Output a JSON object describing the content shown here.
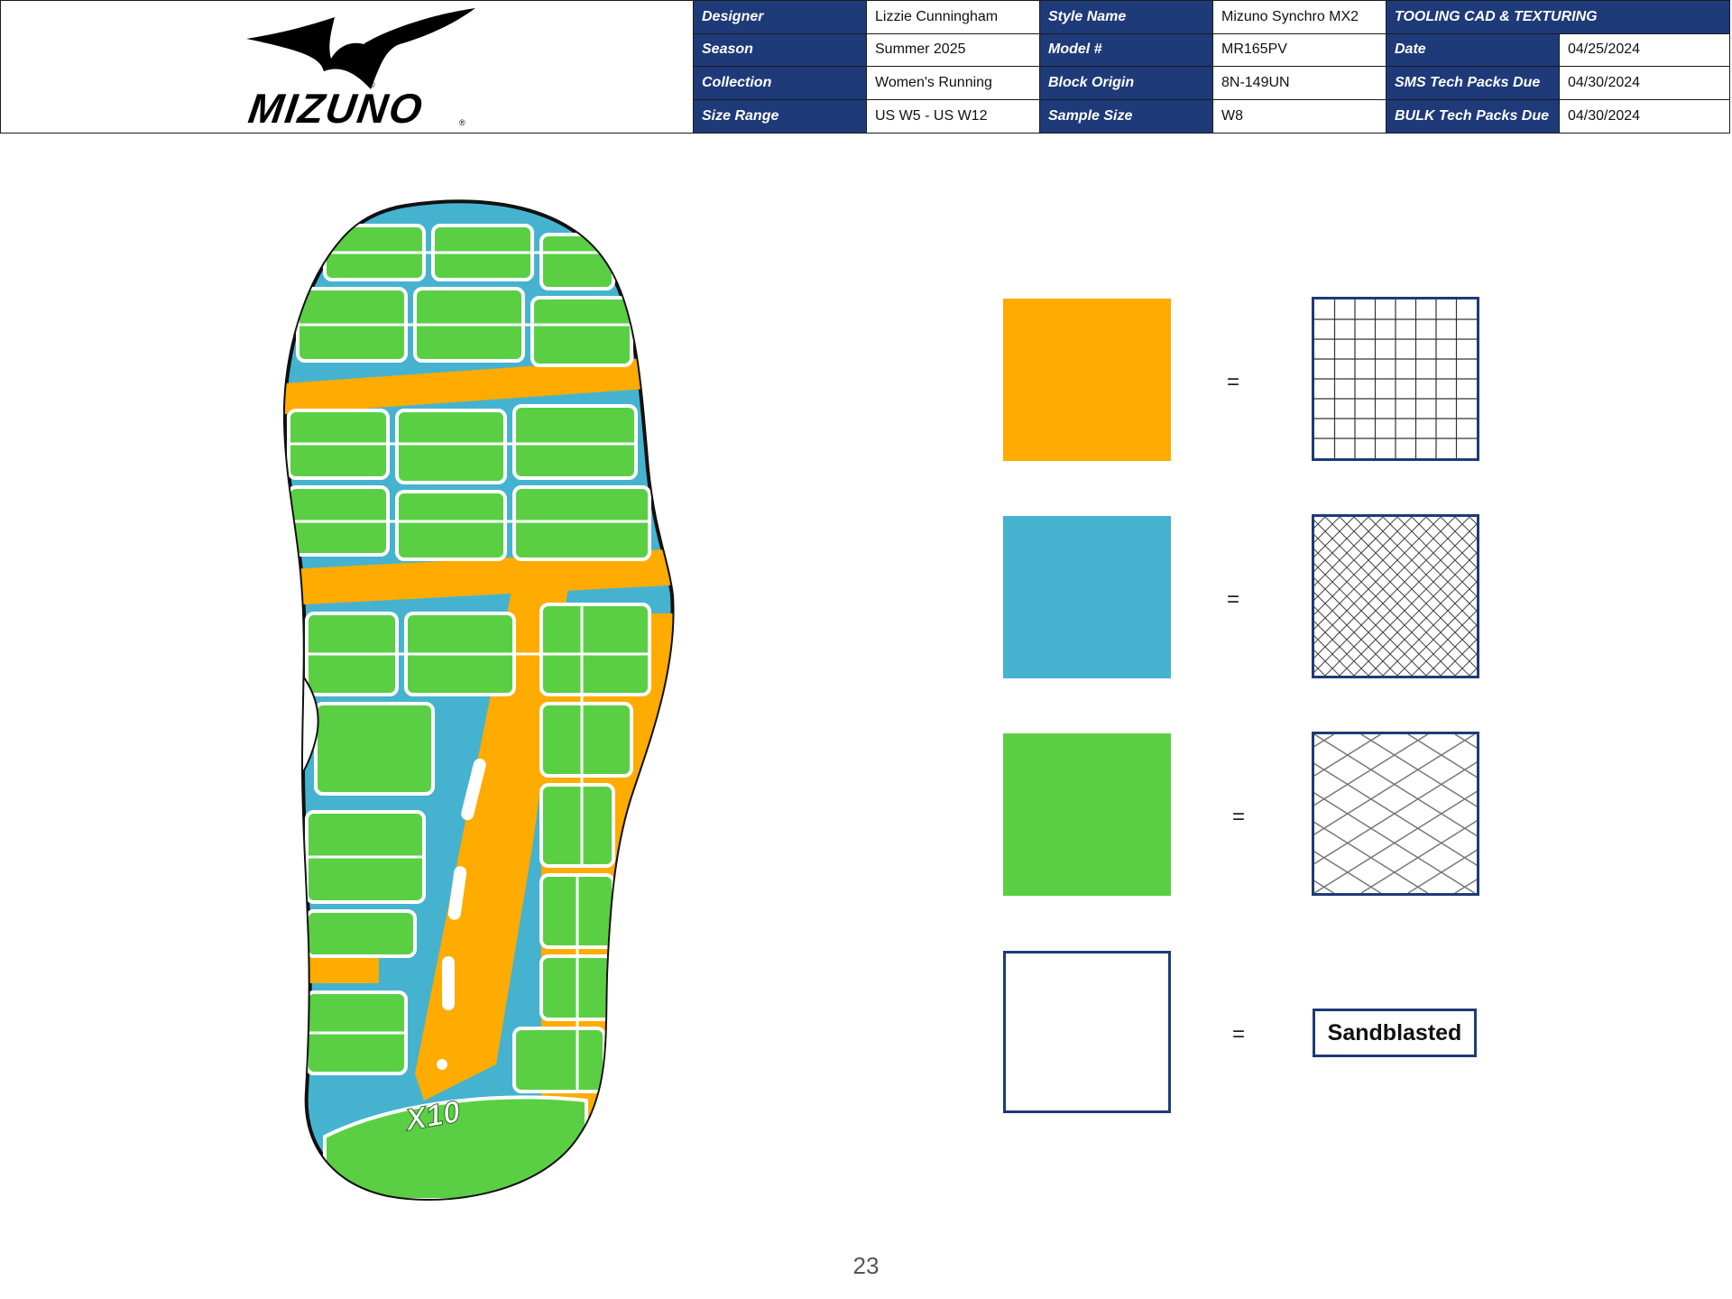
{
  "brand": {
    "name": "MIZUNO"
  },
  "spec": {
    "designer_label": "Designer",
    "designer_value": "Lizzie Cunningham",
    "style_name_label": "Style Name",
    "style_name_value": "Mizuno Synchro MX2",
    "section_title": "TOOLING CAD & TEXTURING",
    "season_label": "Season",
    "season_value": "Summer 2025",
    "model_label": "Model #",
    "model_value": "MR165PV",
    "date_label": "Date",
    "date_value": "04/25/2024",
    "collection_label": "Collection",
    "collection_value": "Women's Running",
    "block_origin_label": "Block Origin",
    "block_origin_value": "8N-149UN",
    "sms_label": "SMS Tech Packs Due",
    "sms_value": "04/30/2024",
    "size_range_label": "Size Range",
    "size_range_value": "US W5 - US W12",
    "sample_size_label": "Sample Size",
    "sample_size_value": "W8",
    "bulk_label": "BULK Tech Packs Due",
    "bulk_value": "04/30/2024"
  },
  "outsole": {
    "logo_text": "X10"
  },
  "legend": {
    "rows": [
      {
        "color": "#FFAB00",
        "equals": "=",
        "texture": "square-grid"
      },
      {
        "color": "#45B3CF",
        "equals": "=",
        "texture": "fine-diamond-crosshatch"
      },
      {
        "color": "#5ACF44",
        "equals": "=",
        "texture": "large-diamond-crosshatch"
      },
      {
        "color": "#FFFFFF",
        "equals": "=",
        "texture": "Sandblasted"
      }
    ]
  },
  "page": {
    "number": "23"
  },
  "colors": {
    "navy": "#1e3a78",
    "orange": "#FFAB00",
    "blue": "#45B3CF",
    "green": "#5ACF44"
  }
}
